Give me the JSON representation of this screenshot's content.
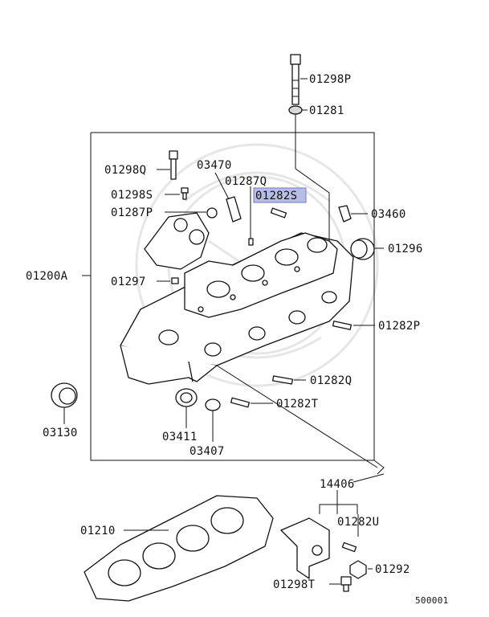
{
  "labels": {
    "l01298P": "01298P",
    "l01281": "01281",
    "l01298Q": "01298Q",
    "l03470": "03470",
    "l01287Q": "01287Q",
    "l01282S": "01282S",
    "l01298S": "01298S",
    "l01287P": "01287P",
    "l03460": "03460",
    "l01296": "01296",
    "l01200A": "01200A",
    "l01297": "01297",
    "l01282P": "01282P",
    "l01282Q": "01282Q",
    "l03130": "03130",
    "l01282T": "01282T",
    "l03411": "03411",
    "l03407": "03407",
    "l14406": "14406",
    "l01210": "01210",
    "l01282U": "01282U",
    "l01292": "01292",
    "l01298T": "01298T",
    "diagram_id": "500001"
  },
  "highlight": {
    "part": "01282S",
    "color": "#b8bde6"
  }
}
